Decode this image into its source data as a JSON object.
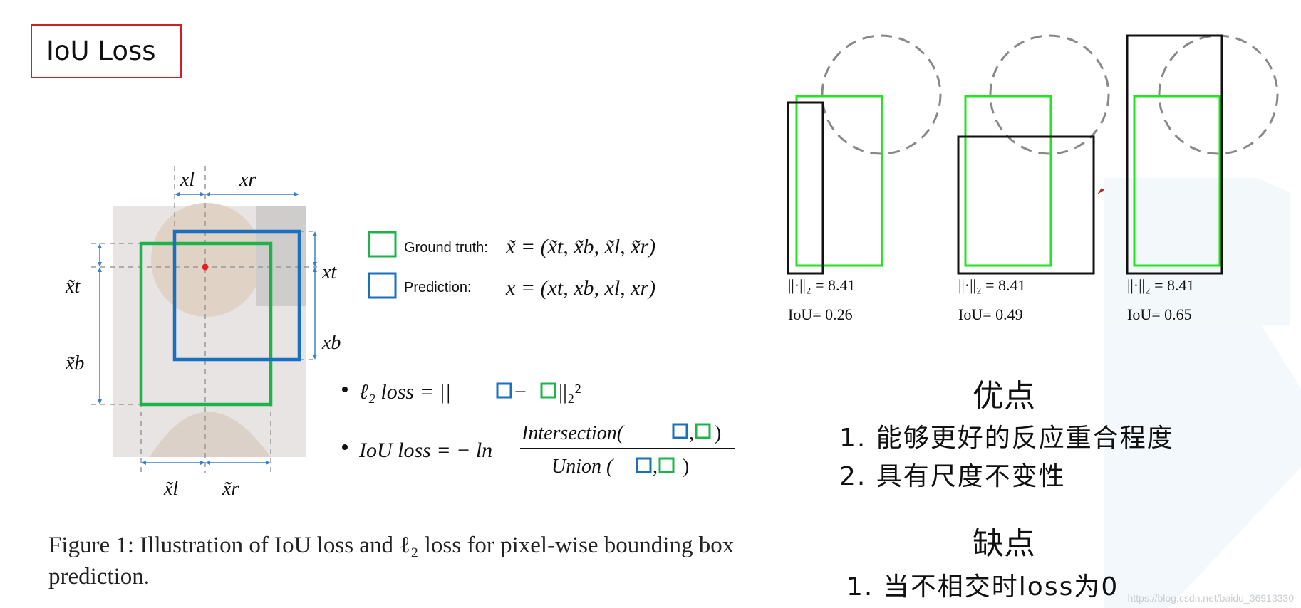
{
  "slide": {
    "title": "IoU Loss",
    "caption": "Figure 1: Illustration of IoU loss and ℓ₂ loss for pixel-wise bounding box prediction."
  },
  "figure": {
    "labels": {
      "x_l": "xl",
      "x_r": "xr",
      "x_t": "xt",
      "x_b": "xb",
      "xt_tilde": "x̃t",
      "xb_tilde": "x̃b",
      "xl_tilde": "x̃l",
      "xr_tilde": "x̃r"
    },
    "legend": {
      "ground_truth_label": "Ground truth:",
      "ground_truth_formula": "x̃ = (x̃t, x̃b, x̃l, x̃r)",
      "prediction_label": "Prediction:",
      "prediction_formula": "x = (xt, xb, xl, xr)"
    },
    "formulas": {
      "l2_prefix": "ℓ₂  loss  = ||",
      "l2_minus": "−",
      "l2_suffix": "||₂²",
      "iou_prefix": "IoU loss = − ln",
      "iou_numerator": "Intersection(",
      "iou_denominator": "Union (",
      "comma": ",",
      "close": ")"
    }
  },
  "examples": [
    {
      "norm_label": "||·||₂ = 8.41",
      "iou_label": "IoU= 0.26"
    },
    {
      "norm_label": "||·||₂ = 8.41",
      "iou_label": "IoU= 0.49"
    },
    {
      "norm_label": "||·||₂ = 8.41",
      "iou_label": "IoU= 0.65"
    }
  ],
  "advantages": {
    "heading": "优点",
    "items": [
      "1. 能够更好的反应重合程度",
      "2. 具有尺度不变性"
    ]
  },
  "disadvantages": {
    "heading": "缺点",
    "items": [
      "1. 当不相交时loss为0"
    ]
  },
  "watermark": "https://blog.csdn.net/baidu_36913330",
  "colors": {
    "ground_truth": "#1db34a",
    "prediction": "#1a6fbf",
    "title_border": "#d21f26",
    "circle": "#888888"
  }
}
